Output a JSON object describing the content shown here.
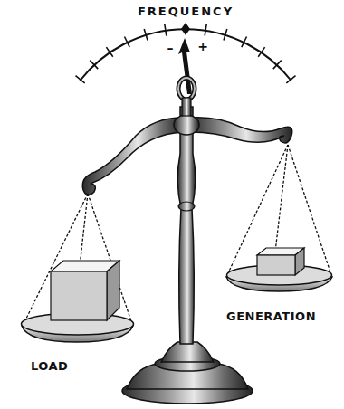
{
  "diagram": {
    "labels": [
      "FREQUENCY",
      "–",
      "+",
      "LOAD",
      "GENERATION"
    ]
  }
}
